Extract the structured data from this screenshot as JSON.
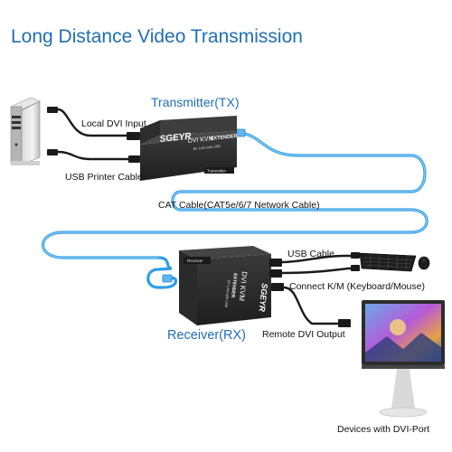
{
  "title": "Long Distance Video Transmission",
  "transmitter": {
    "title": "Transmitter(TX)",
    "brand": "SGEYR",
    "model": "DVI KVM",
    "tag": "EXTENDER",
    "sub": "BY LAN with USB",
    "side_label": "Transmitter"
  },
  "receiver": {
    "title": "Receiver(RX)",
    "brand": "SGEYR",
    "model": "DVI KVM",
    "tag": "EXTENDER",
    "sub": "BY LAN with USB",
    "side_label": "Receiver"
  },
  "labels": {
    "local_dvi": "Local DVI Input",
    "usb_printer": "USB Printer Cable",
    "cat_cable": "CAT Cable(CAT5e/6/7 Network Cable)",
    "usb_cable": "USB Cable",
    "connect_km": "Connect K/M (Keyboard/Mouse)",
    "remote_dvi": "Remote DVI Output",
    "devices": "Devices with DVI-Port"
  },
  "colors": {
    "accent": "#1f6fb5",
    "cable_blue": "#2f9ee6",
    "device_body": "#262626"
  },
  "icons": [
    "computer-tower-icon",
    "keyboard-icon",
    "mouse-icon",
    "monitor-icon"
  ]
}
